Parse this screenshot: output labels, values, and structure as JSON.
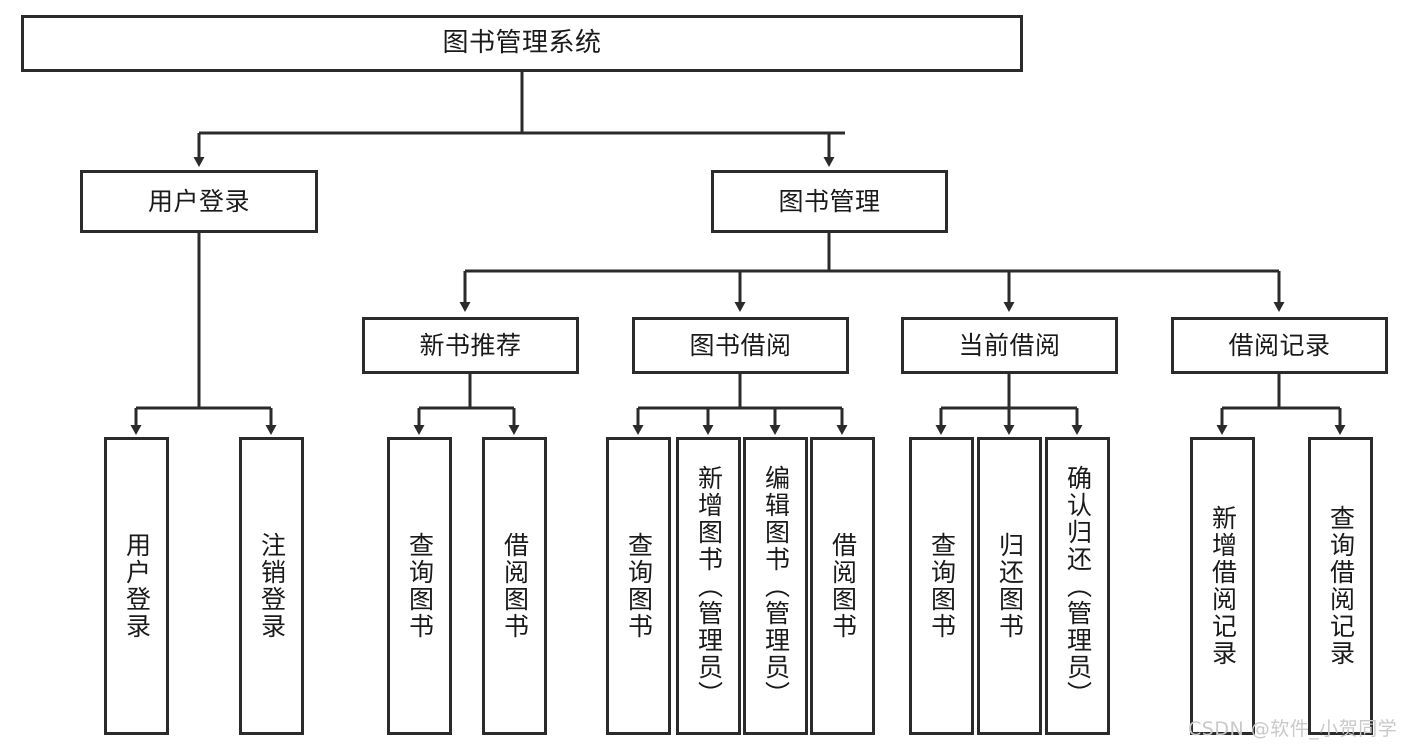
{
  "diagram": {
    "title": "图书管理系统",
    "type": "tree-hierarchy",
    "watermark": "CSDN @软件_小贺同学",
    "colors": {
      "box_border": "#2b2b2b",
      "box_fill": "#ffffff",
      "connector": "#2b2b2b",
      "text": "#1a1a1a",
      "watermark": "#c9c9c9",
      "background": "#ffffff"
    }
  },
  "nodes": {
    "root": {
      "label": "图书管理系统"
    },
    "level2": [
      {
        "id": "user-login",
        "label": "用户登录"
      },
      {
        "id": "book-management",
        "label": "图书管理"
      }
    ],
    "level3": [
      {
        "id": "new-book-recommend",
        "label": "新书推荐"
      },
      {
        "id": "book-borrow",
        "label": "图书借阅"
      },
      {
        "id": "current-borrow",
        "label": "当前借阅"
      },
      {
        "id": "borrow-record",
        "label": "借阅记录"
      }
    ],
    "leaves": {
      "user_login": [
        {
          "id": "leaf-user-login",
          "label": "用户登录"
        },
        {
          "id": "leaf-logout-login",
          "label": "注销登录"
        }
      ],
      "new_book_recommend": [
        {
          "id": "leaf-query-book-1",
          "label": "查询图书"
        },
        {
          "id": "leaf-borrow-book-1",
          "label": "借阅图书"
        }
      ],
      "book_borrow": [
        {
          "id": "leaf-query-book-2",
          "label": "查询图书"
        },
        {
          "id": "leaf-add-book",
          "label": "新增图书（管理员）"
        },
        {
          "id": "leaf-edit-book",
          "label": "编辑图书（管理员）"
        },
        {
          "id": "leaf-borrow-book-2",
          "label": "借阅图书"
        }
      ],
      "current_borrow": [
        {
          "id": "leaf-query-book-3",
          "label": "查询图书"
        },
        {
          "id": "leaf-return-book",
          "label": "归还图书"
        },
        {
          "id": "leaf-confirm-return",
          "label": "确认归还（管理员）"
        }
      ],
      "borrow_record": [
        {
          "id": "leaf-add-borrow-record",
          "label": "新增借阅记录"
        },
        {
          "id": "leaf-query-borrow-record",
          "label": "查询借阅记录"
        }
      ]
    }
  }
}
